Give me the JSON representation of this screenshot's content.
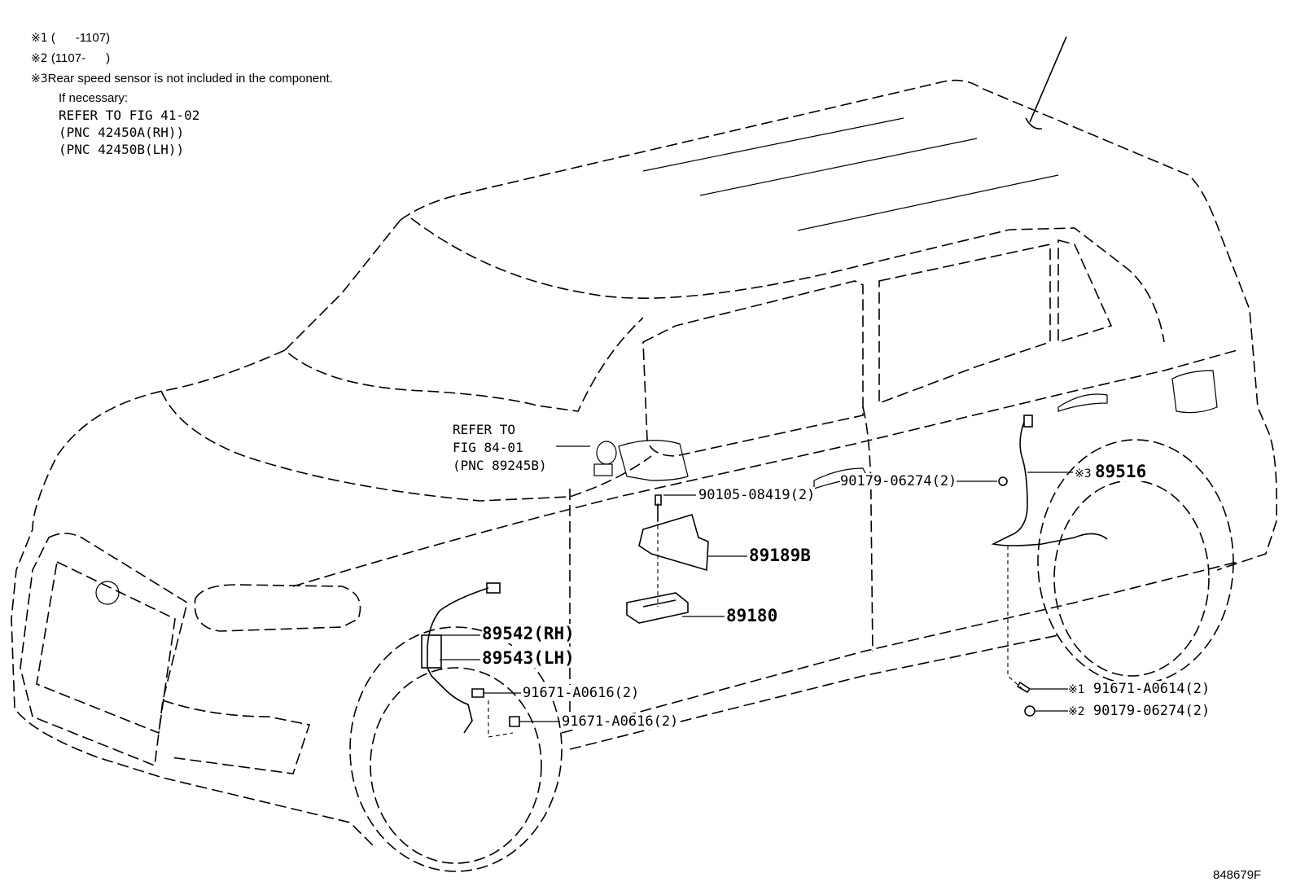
{
  "notes": {
    "n1": {
      "mark": "※1",
      "text": "(      -1107)"
    },
    "n2": {
      "mark": "※2",
      "text": "(1107-      )"
    },
    "n3": {
      "mark": "※3",
      "text": "Rear speed sensor is not included in the component."
    },
    "if_necessary": "If necessary:",
    "refer_fig": "REFER TO FIG 41-02",
    "pnc_rh": "(PNC 42450A(RH))",
    "pnc_lh": "(PNC 42450B(LH))"
  },
  "mirror_ref": {
    "line1": "REFER TO",
    "line2": "FIG 84-01",
    "line3": "(PNC 89245B)"
  },
  "callouts": {
    "c90105": "90105-08419(2)",
    "c90179_upper": "90179-06274(2)",
    "c89516_mark": "※3",
    "c89516": "89516",
    "c89189b": "89189B",
    "c89180": "89180",
    "c89542": "89542(RH)",
    "c89543": "89543(LH)",
    "c91671_a": "91671-A0616(2)",
    "c91671_b": "91671-A0616(2)",
    "c91671_a0614_mark": "※1",
    "c91671_a0614": "91671-A0614(2)",
    "c90179_lower_mark": "※2",
    "c90179_lower": "90179-06274(2)"
  },
  "figure_id": "848679F",
  "icons": {
    "vehicle": "vehicle-outline-icon",
    "sensor_front": "front-speed-sensor-icon",
    "sensor_rear": "rear-speed-sensor-icon",
    "bracket": "bracket-icon",
    "ecu": "ecu-module-icon",
    "bolt": "bolt-icon",
    "nut": "nut-icon"
  },
  "colors": {
    "line": "#000000",
    "background": "#ffffff"
  }
}
